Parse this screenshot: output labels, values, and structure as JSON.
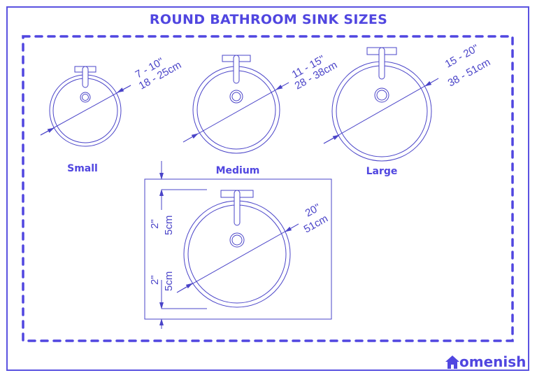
{
  "title": "ROUND BATHROOM SINK SIZES",
  "colors": {
    "accent": "#5046e0",
    "line": "#4a44c8",
    "background": "#ffffff"
  },
  "sinks": [
    {
      "size": "Small",
      "imperial": "7 - 10\"",
      "metric": "18 - 25cm"
    },
    {
      "size": "Medium",
      "imperial": "11 - 15\"",
      "metric": "28 - 38cm"
    },
    {
      "size": "Large",
      "imperial": "15 - 20\"",
      "metric": "38 - 51cm"
    }
  ],
  "counter_example": {
    "diameter_imperial": "20\"",
    "diameter_metric": "51cm",
    "top_clearance_imperial": "2\"",
    "top_clearance_metric": "5cm",
    "bottom_clearance_imperial": "2\"",
    "bottom_clearance_metric": "5cm"
  },
  "brand": {
    "icon": "house-icon",
    "name": "omenish",
    "full_name": "Homenish"
  }
}
